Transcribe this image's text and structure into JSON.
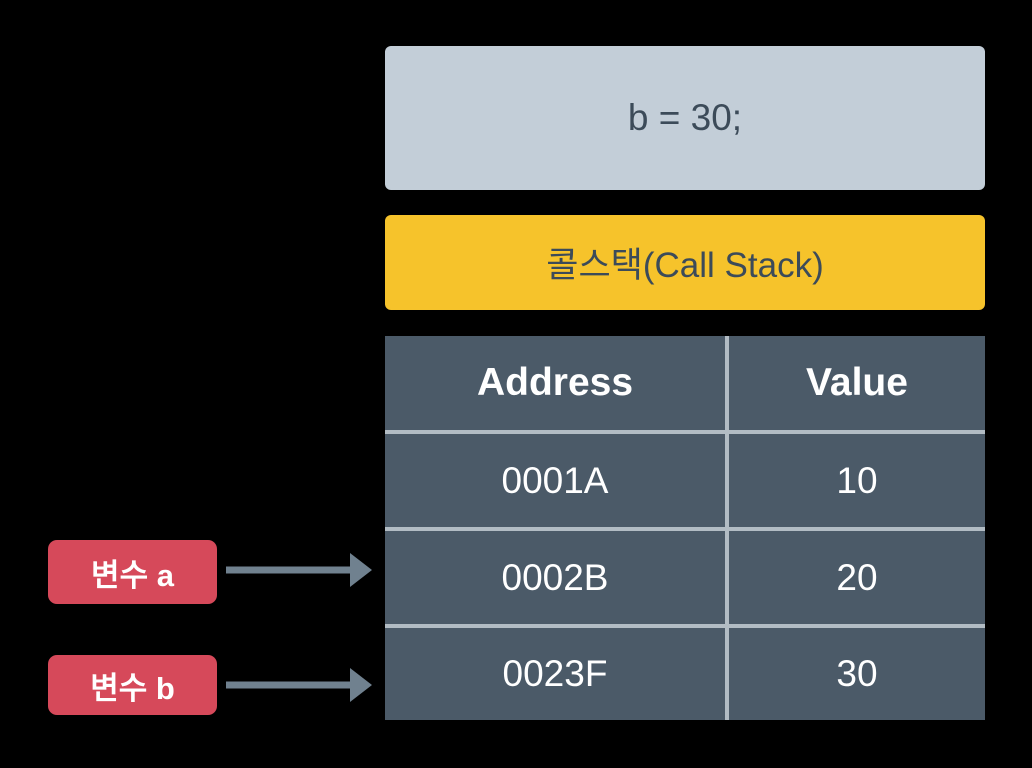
{
  "colors": {
    "background": "#000000",
    "code_box_bg": "#c3ced8",
    "callstack_bg": "#f6c32b",
    "dark_text": "#3c4b59",
    "table_bg": "#4b5a68",
    "table_divider": "#b2bcc4",
    "table_text": "#ffffff",
    "label_bg": "#d6495a",
    "label_text": "#ffffff",
    "arrow": "#70818f"
  },
  "code_box": {
    "text": "b = 30;"
  },
  "callstack_box": {
    "text": "콜스택(Call Stack)"
  },
  "memory_table": {
    "headers": [
      "Address",
      "Value"
    ],
    "rows": [
      [
        "0001A",
        "10"
      ],
      [
        "0002B",
        "20"
      ],
      [
        "0023F",
        "30"
      ]
    ]
  },
  "variable_labels": [
    {
      "text": "변수 a"
    },
    {
      "text": "변수 b"
    }
  ]
}
